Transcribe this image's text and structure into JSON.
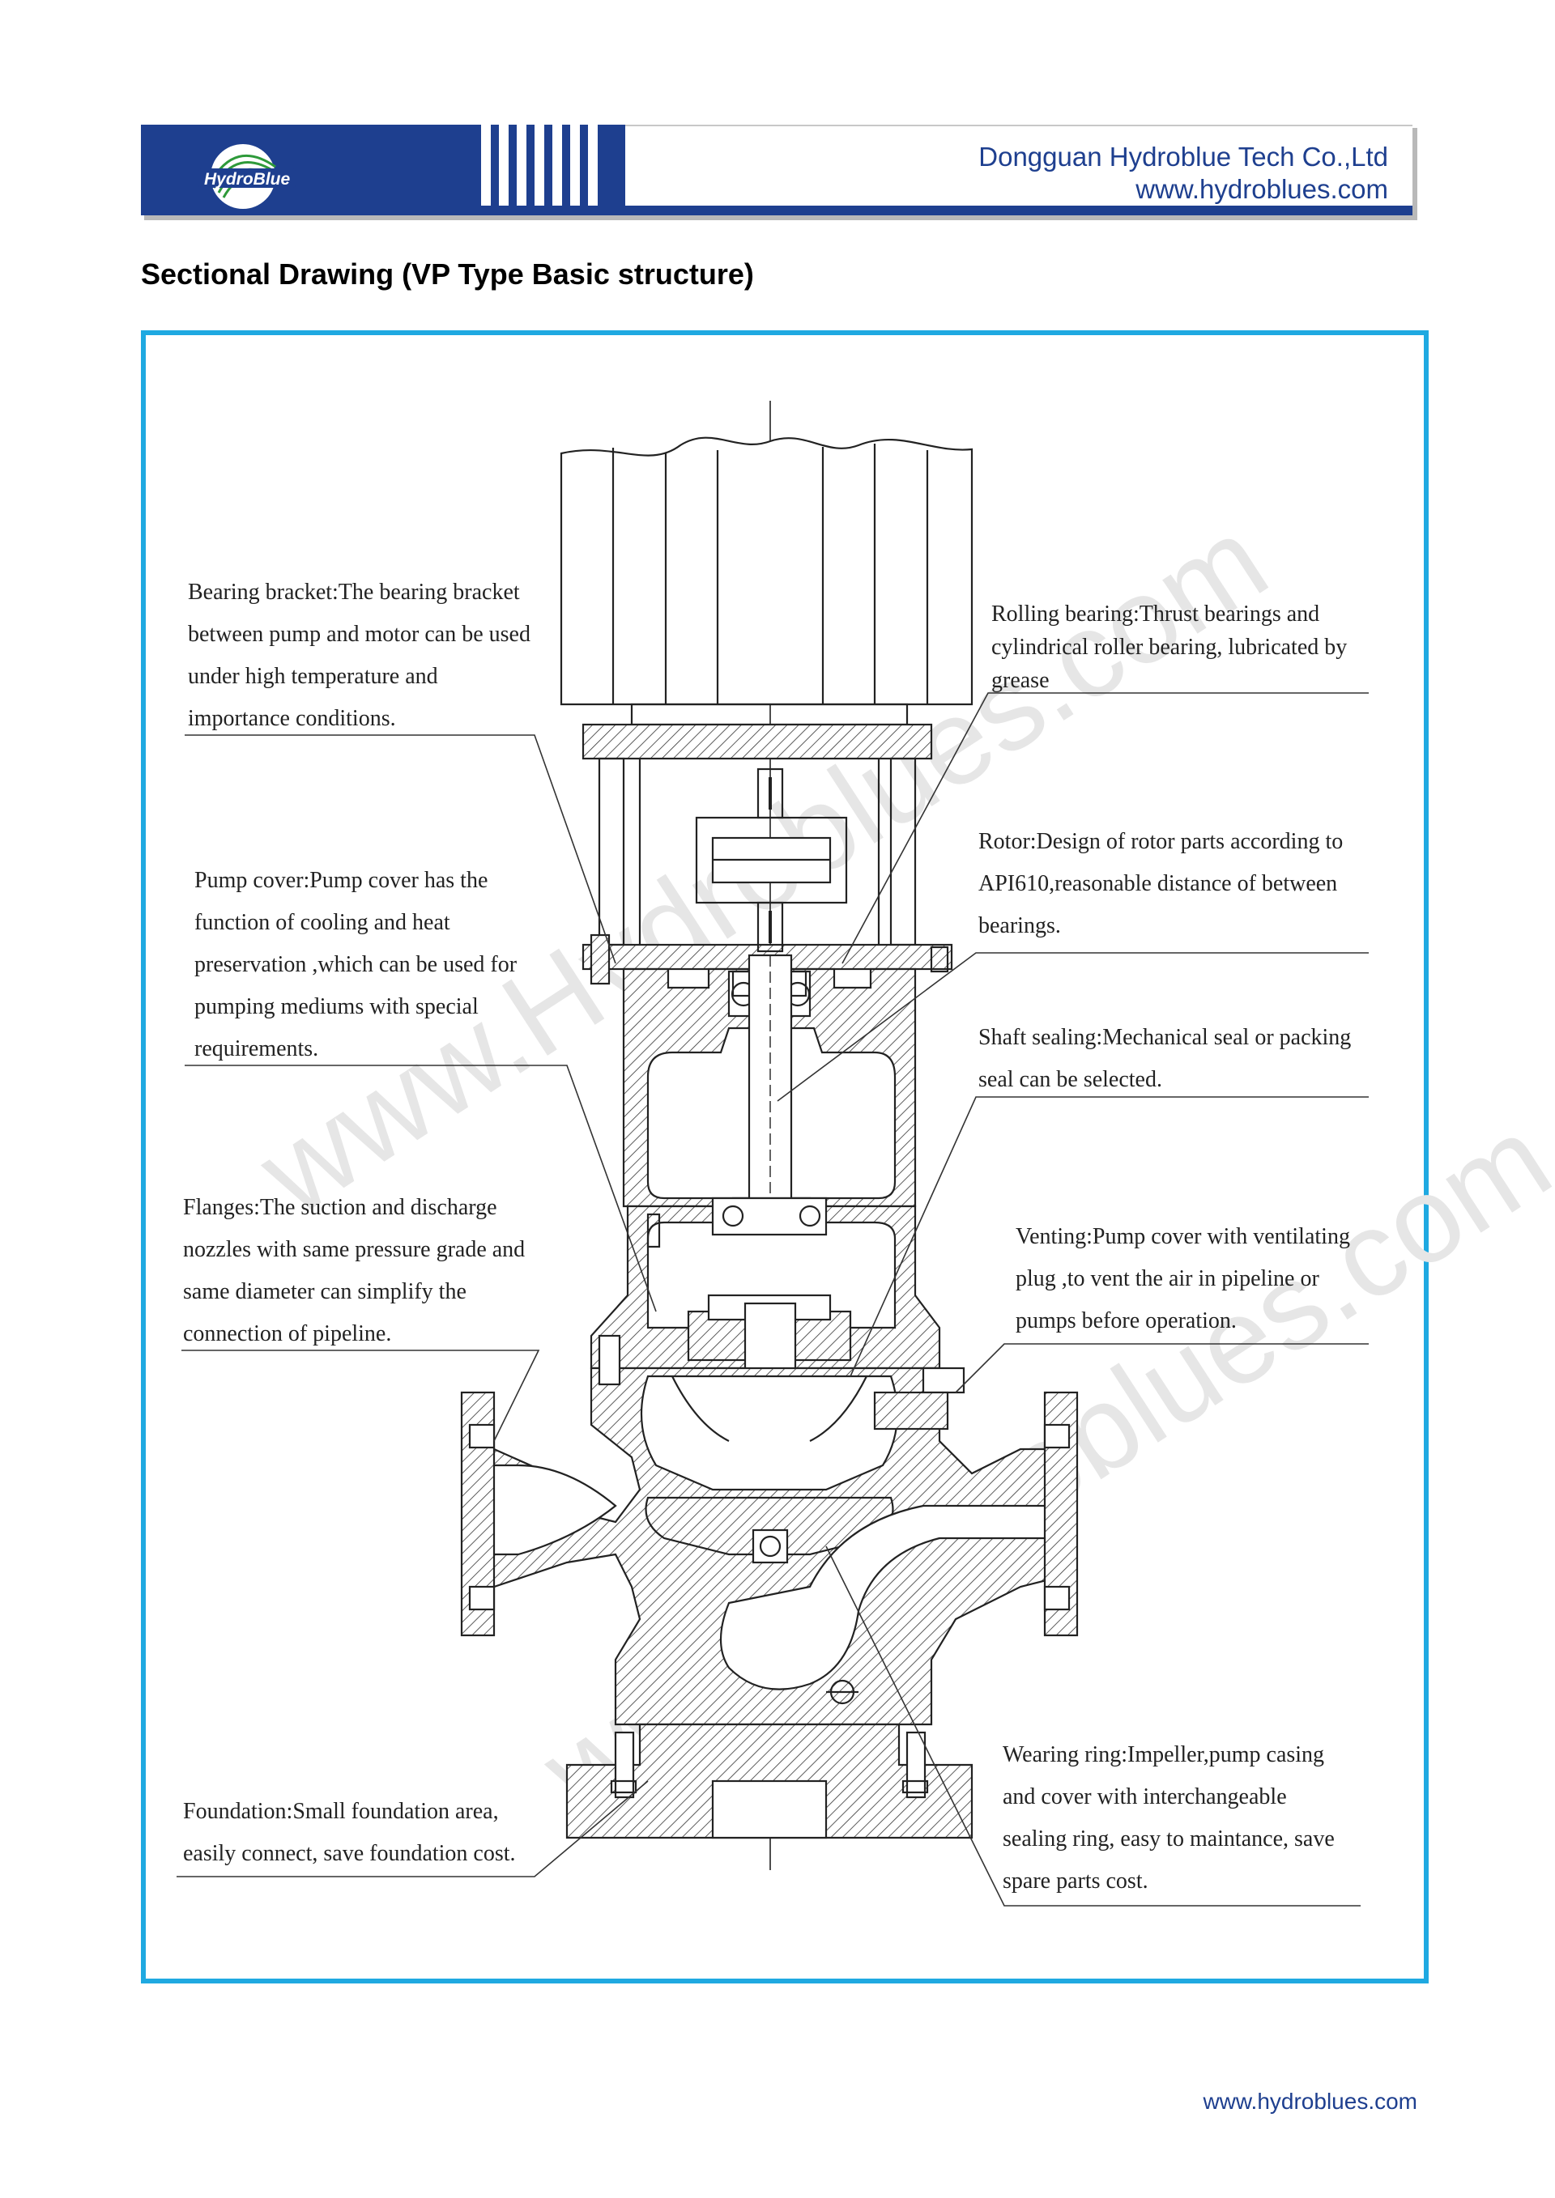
{
  "header": {
    "logo_text": "HydroBlue",
    "company_name": "Dongguan Hydroblue Tech Co.,Ltd",
    "website": "www.hydroblues.com"
  },
  "title": "Sectional Drawing (VP Type Basic structure)",
  "watermark": "www.Hydroblues.com",
  "labels": {
    "bearing_bracket": "Bearing bracket:The bearing bracket\nbetween pump and motor can be used\nunder high temperature and\nimportance conditions.",
    "pump_cover": "Pump cover:Pump cover has the\nfunction of cooling and heat\npreservation ,which can be used for\npumping mediums with special\nrequirements.",
    "flanges": "Flanges:The suction and discharge\nnozzles with same pressure grade and\n same diameter can simplify the\nconnection of pipeline.",
    "foundation": "Foundation:Small foundation area,\neasily connect, save foundation cost.",
    "rolling_bearing": "Rolling bearing:Thrust bearings and\ncylindrical roller bearing, lubricated by\ngrease",
    "rotor": "Rotor:Design of rotor parts according to\nAPI610,reasonable distance of between\nbearings.",
    "shaft_sealing": "Shaft sealing:Mechanical seal or packing\nseal can be selected.",
    "venting": "Venting:Pump cover with ventilating\nplug ,to vent the air in pipeline or\npumps before operation.",
    "wearing_ring": "Wearing ring:Impeller,pump casing\nand cover with interchangeable\nsealing ring, easy to maintance, save\nspare parts cost."
  },
  "footer": {
    "website": "www.hydroblues.com"
  },
  "colors": {
    "brand_blue": "#1e3f8f",
    "frame_blue": "#1fa9e1"
  }
}
